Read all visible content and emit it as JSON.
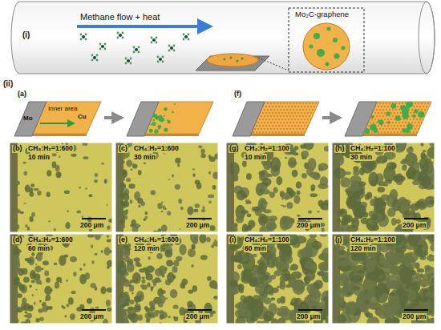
{
  "diagram": {
    "labels": [
      "(i)",
      "Methane flow + heat",
      "Mo₂C-graphene",
      "(ii)",
      "(a)",
      "Mo",
      "Inner area",
      "Cu",
      "(f)",
      "(b)",
      "CH₄:H₂=1:600",
      "10 min",
      "200 μm",
      "(c)",
      "CH₄:H₂=1:600",
      "30 min",
      "200 μm",
      "(g)",
      "CH₄:H₂=1:100",
      "10 min",
      "200 μm",
      "(h)",
      "CH₄:H₂=1:100",
      "30 min",
      "200 μm",
      "(d)",
      "CH₄:H₂=1:600",
      "60 min",
      "200 μm",
      "(e)",
      "CH₄:H₂=1:600",
      "120 min",
      "200 μm",
      "(i)",
      "CH₄:H₂=1:100",
      "60 min",
      "200 μm",
      "(j)",
      "CH₄:H₂=1:100",
      "120 min",
      "200 μm"
    ]
  }
}
